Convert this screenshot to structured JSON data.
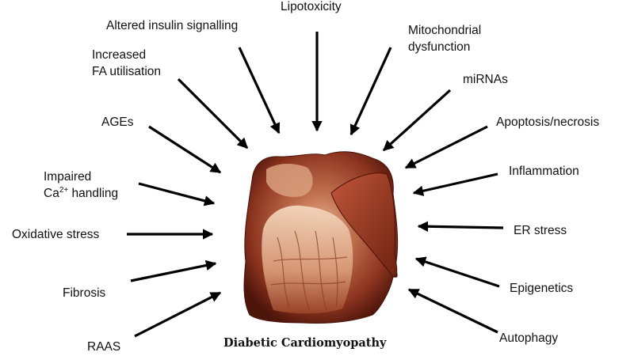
{
  "factors": {
    "lipotoxicity": "Lipotoxicity",
    "altered_insulin": "Altered insulin  signalling",
    "mitochondrial_1": "Mitochondrial",
    "mitochondrial_2": "dysfunction",
    "increased_fa_1": "Increased",
    "increased_fa_2": "FA utilisation",
    "mirnas": "miRNAs",
    "ages": "AGEs",
    "apoptosis": "Apoptosis/necrosis",
    "impaired_ca_1": "Impaired",
    "impaired_ca_2_prefix": "Ca",
    "impaired_ca_2_sup": "2+",
    "impaired_ca_2_suffix": " handling",
    "inflammation": "Inflammation",
    "oxidative_stress": "Oxidative stress",
    "er_stress": "ER stress",
    "fibrosis": "Fibrosis",
    "epigenetics": "Epigenetics",
    "raas": "RAAS",
    "autophagy": "Autophagy"
  },
  "caption": "Diabetic Cardiomyopathy",
  "colors": {
    "arrow": "#000000",
    "heart_dark": "#5a1a0c",
    "heart_mid": "#a8452a",
    "heart_light": "#e0a07e"
  },
  "image": {
    "icon": "heart-specimen-photo"
  }
}
